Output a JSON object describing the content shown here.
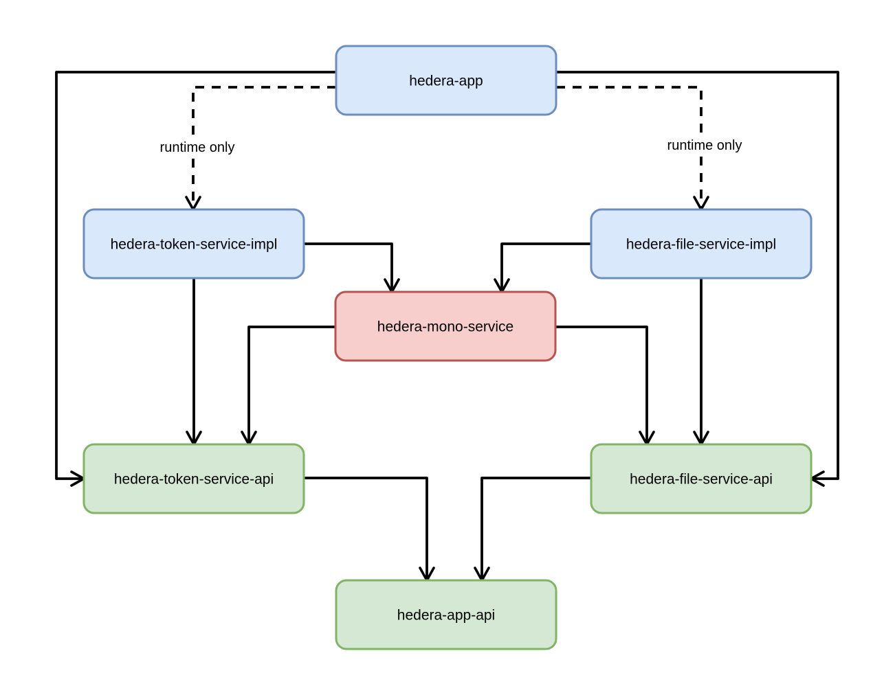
{
  "diagram": {
    "background": "#ffffff",
    "edge_color": "#000000",
    "text_color": "#000000",
    "nodes": {
      "hedera_app": {
        "label": "hedera-app",
        "fill": "#dae8fc",
        "stroke": "#6c8ebf"
      },
      "hedera_token_service_impl": {
        "label": "hedera-token-service-impl",
        "fill": "#dae8fc",
        "stroke": "#6c8ebf"
      },
      "hedera_file_service_impl": {
        "label": "hedera-file-service-impl",
        "fill": "#dae8fc",
        "stroke": "#6c8ebf"
      },
      "hedera_mono_service": {
        "label": "hedera-mono-service",
        "fill": "#f8cecc",
        "stroke": "#b85450"
      },
      "hedera_token_service_api": {
        "label": "hedera-token-service-api",
        "fill": "#d5e8d4",
        "stroke": "#82b366"
      },
      "hedera_file_service_api": {
        "label": "hedera-file-service-api",
        "fill": "#d5e8d4",
        "stroke": "#82b366"
      },
      "hedera_app_api": {
        "label": "hedera-app-api",
        "fill": "#d5e8d4",
        "stroke": "#82b366"
      }
    },
    "edge_labels": {
      "runtime_only_left": "runtime only",
      "runtime_only_right": "runtime only"
    }
  }
}
